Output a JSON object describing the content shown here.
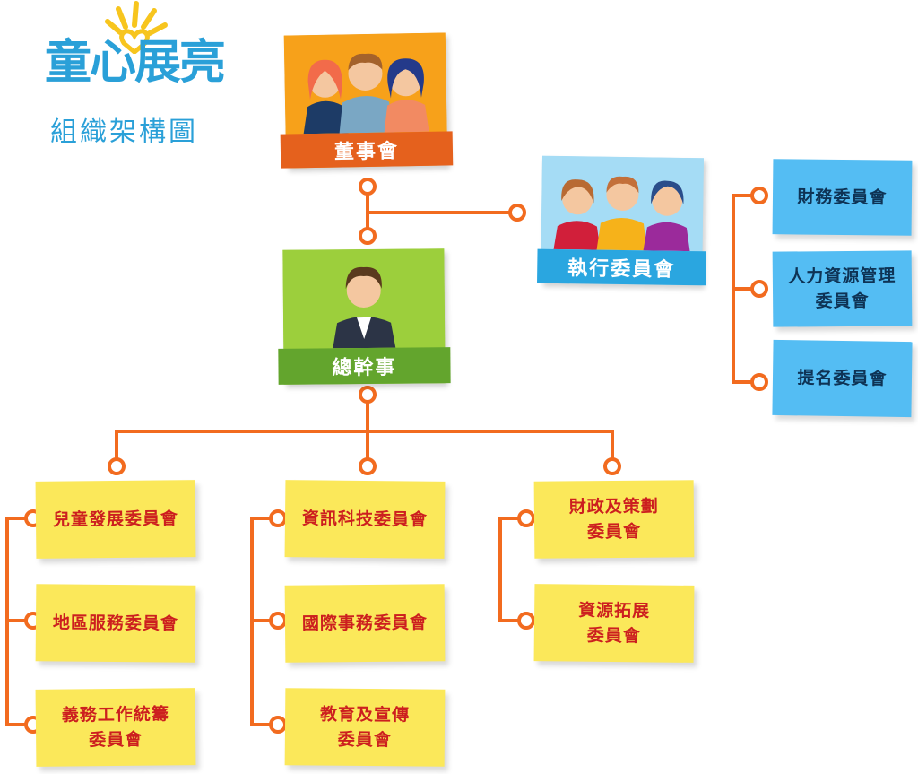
{
  "logo": {
    "title": "童心展亮",
    "subtitle": "組織架構圖"
  },
  "board": {
    "label": "董事會"
  },
  "executive": {
    "label": "執行委員會"
  },
  "secretary": {
    "label": "總幹事"
  },
  "exec_committees": [
    "財務委員會",
    "人力資源管理\n委員會",
    "提名委員會"
  ],
  "col1": [
    "兒童發展委員會",
    "地區服務委員會",
    "義務工作統籌\n委員會"
  ],
  "col2": [
    "資訊科技委員會",
    "國際事務委員會",
    "教育及宣傳\n委員會"
  ],
  "col3": [
    "財政及策劃\n委員會",
    "資源拓展\n委員會"
  ],
  "colors": {
    "line": "#f26b1f",
    "board": "#f58a1f",
    "executive": "#2aa6e0",
    "secretary": "#7dc242",
    "note": "#fbe85a",
    "blue_note": "#54bdf3",
    "note_text": "#cc1f1f"
  }
}
